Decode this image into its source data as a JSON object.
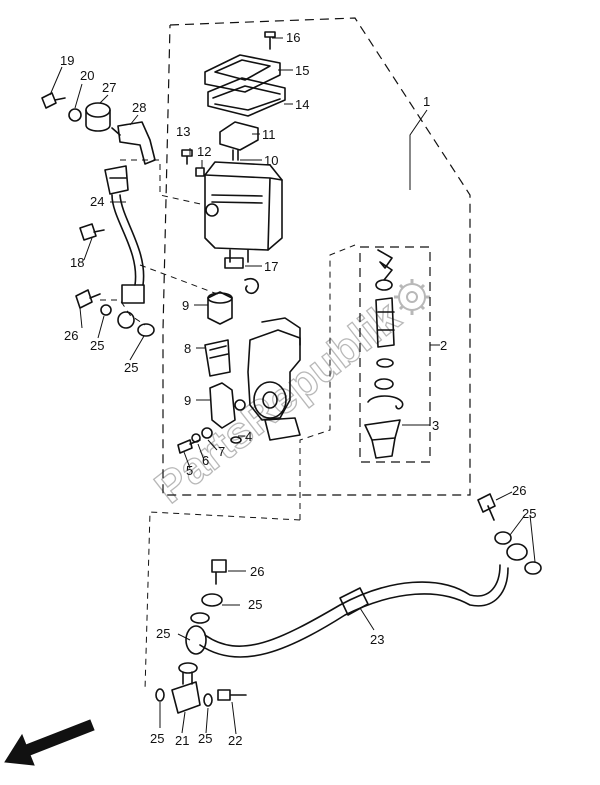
{
  "watermark": "PartsRepublik",
  "callouts": {
    "c1": "1",
    "c2": "2",
    "c3": "3",
    "c4": "4",
    "c5": "5",
    "c6": "6",
    "c7": "7",
    "c8": "8",
    "c9a": "9",
    "c9b": "9",
    "c10": "10",
    "c11": "11",
    "c12": "12",
    "c13": "13",
    "c14": "14",
    "c15": "15",
    "c16": "16",
    "c17": "17",
    "c18": "18",
    "c19": "19",
    "c20": "20",
    "c21": "21",
    "c22": "22",
    "c23": "23",
    "c24": "24",
    "c25a": "25",
    "c25b": "25",
    "c25c": "25",
    "c25d": "25",
    "c25e": "25",
    "c25f": "25",
    "c25g": "25",
    "c26a": "26",
    "c26b": "26",
    "c26c": "26",
    "c27": "27",
    "c28": "28"
  },
  "icons": {
    "front_arrow": "arrow-down-left-icon",
    "logo": "gear-logo-icon"
  }
}
